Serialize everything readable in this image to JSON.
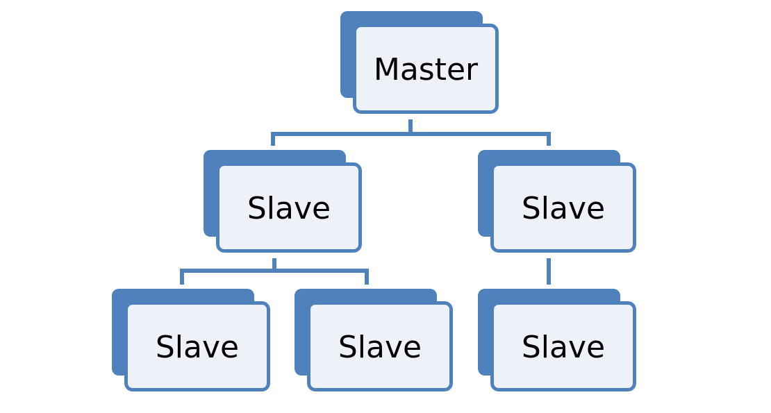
{
  "diagram": {
    "master": {
      "label": "Master"
    },
    "level2": [
      {
        "label": "Slave"
      },
      {
        "label": "Slave"
      }
    ],
    "level3": [
      {
        "label": "Slave"
      },
      {
        "label": "Slave"
      },
      {
        "label": "Slave"
      }
    ]
  },
  "colors": {
    "accent": "#4f81bd",
    "card_fill": "#eef1f8",
    "text": "#000000",
    "background": "#ffffff"
  }
}
